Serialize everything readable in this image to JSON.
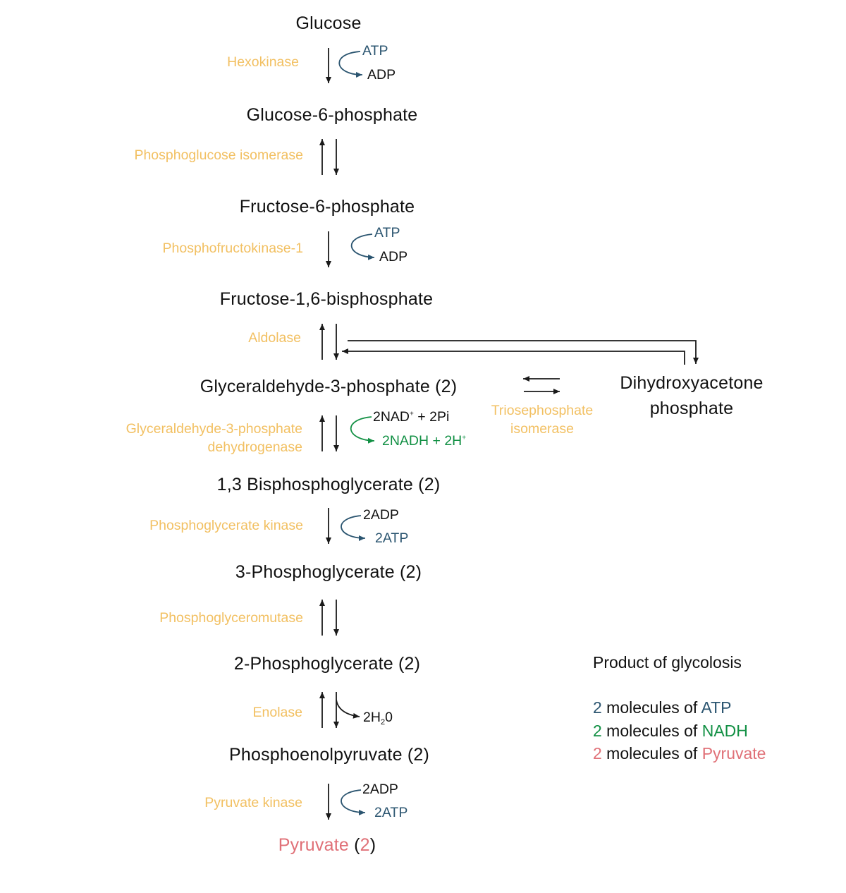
{
  "molecules": {
    "glucose": "Glucose",
    "g6p": "Glucose-6-phosphate",
    "f6p": "Fructose-6-phosphate",
    "f16bp": "Fructose-1,6-bisphosphate",
    "g3p": "Glyceraldehyde-3-phosphate (2)",
    "dhap_line1": "Dihydroxyacetone",
    "dhap_line2": "phosphate",
    "bpg13": "1,3 Bisphosphoglycerate (2)",
    "pg3": "3-Phosphoglycerate (2)",
    "pg2": "2-Phosphoglycerate (2)",
    "pep": "Phosphoenolpyruvate (2)",
    "pyruvate": {
      "name": "Pyruvate",
      "open": " (",
      "count": "2",
      "close": ")"
    }
  },
  "enzymes": {
    "hexokinase": "Hexokinase",
    "pgi": "Phosphoglucose isomerase",
    "pfk1": "Phosphofructokinase-1",
    "aldolase": "Aldolase",
    "tpi_line1": "Triosephosphate",
    "tpi_line2": "isomerase",
    "gapdh_line1": "Glyceraldehyde-3-phosphate",
    "gapdh_line2": "dehydrogenase",
    "pgk": "Phosphoglycerate kinase",
    "pgm": "Phosphoglyceromutase",
    "enolase": "Enolase",
    "pk": "Pyruvate kinase"
  },
  "cofactors": {
    "hk_in": "ATP",
    "hk_out": "ADP",
    "pfk_in": "ATP",
    "pfk_out": "ADP",
    "gapdh_in_a": "2NAD",
    "gapdh_in_sup": "+",
    "gapdh_in_b": " + 2Pi",
    "gapdh_out_a": "2NADH + 2H",
    "gapdh_out_sup": "+",
    "pgk_in": "2ADP",
    "pgk_out": "2ATP",
    "eno_a": "2H",
    "eno_sub": "2",
    "eno_b": "0",
    "pk_in": "2ADP",
    "pk_out": "2ATP"
  },
  "legend": {
    "title": "Product of glycolosis",
    "rows": [
      {
        "count": "2",
        "text": " molecules of ",
        "product": "ATP"
      },
      {
        "count": "2",
        "text": " molecules of ",
        "product": "NADH"
      },
      {
        "count": "2",
        "text": " molecules of ",
        "product": "Pyruvate"
      }
    ]
  },
  "colors": {
    "enzyme": "#f2c062",
    "atp": "#2b5570",
    "nadh": "#129044",
    "pyruvate": "#e07077",
    "text": "#111111"
  }
}
